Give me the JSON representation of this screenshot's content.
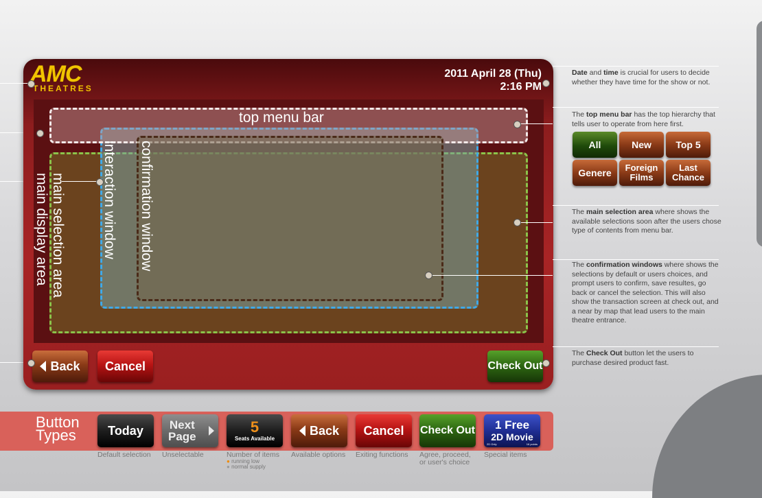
{
  "logo": {
    "brand": "AMC",
    "sub": "THEATRES"
  },
  "datetime": {
    "date": "2011 April 28 (Thu)",
    "time": "2:16 PM"
  },
  "zones": {
    "top_menu": "top menu bar",
    "interaction": "interaction window",
    "confirmation": "confirmation window",
    "main_selection": "main selection area",
    "main_display": "main display area"
  },
  "kiosk_buttons": {
    "back": "Back",
    "cancel": "Cancel",
    "checkout": "Check Out"
  },
  "menu_buttons": [
    "All",
    "New",
    "Top 5",
    "Genere",
    "Foreign Films",
    "Last Chance"
  ],
  "annotations": {
    "date_bold1": "Date",
    "date_mid": " and ",
    "date_bold2": "time",
    "date_rest": " is crucial for users to decide whether they have time for the show or not.",
    "menu_pre": "The ",
    "menu_bold": "top menu bar",
    "menu_rest": " has the top hierarchy that tells user to operate from here first.",
    "main_pre": "The ",
    "main_bold": "main selection area",
    "main_rest": " where shows the available selections soon after the users chose type of contents from menu bar.",
    "confirm_pre": "The ",
    "confirm_bold": "confirmation windows",
    "confirm_rest": " where shows the selections by default or users choices, and prompt users to confirm, save resultes, go back or cancel the selection. This will also show the transaction screen at check out, and a near by map that lead users to the main theatre entrance.",
    "check_pre": "The ",
    "check_bold": "Check Out",
    "check_rest": " button let the users to purchase desired product fast."
  },
  "button_types": {
    "title_line1": "Button",
    "title_line2": "Types",
    "today": "Today",
    "next_page_1": "Next",
    "next_page_2": "Page",
    "seats_number": "5",
    "seats_label": "Seats Available",
    "back": "Back",
    "cancel": "Cancel",
    "checkout": "Check Out",
    "special_1": "1 Free",
    "special_2": "2D Movie",
    "special_small_left": "2D Only",
    "special_small_right": "16 points"
  },
  "captions": {
    "default": "Default selection",
    "unselectable": "Unselectable",
    "number": "Number of items",
    "running_low": "running low",
    "normal_supply": "normal supply",
    "available": "Available options",
    "exiting": "Exiting functions",
    "agree_1": "Agree, proceed,",
    "agree_2": "or user's choice",
    "special": "Special items"
  },
  "colors": {
    "brand_yellow": "#f1c400",
    "running_low": "#f08a00",
    "normal_supply": "#9a9a9a",
    "seats_number": "#f0901a"
  }
}
